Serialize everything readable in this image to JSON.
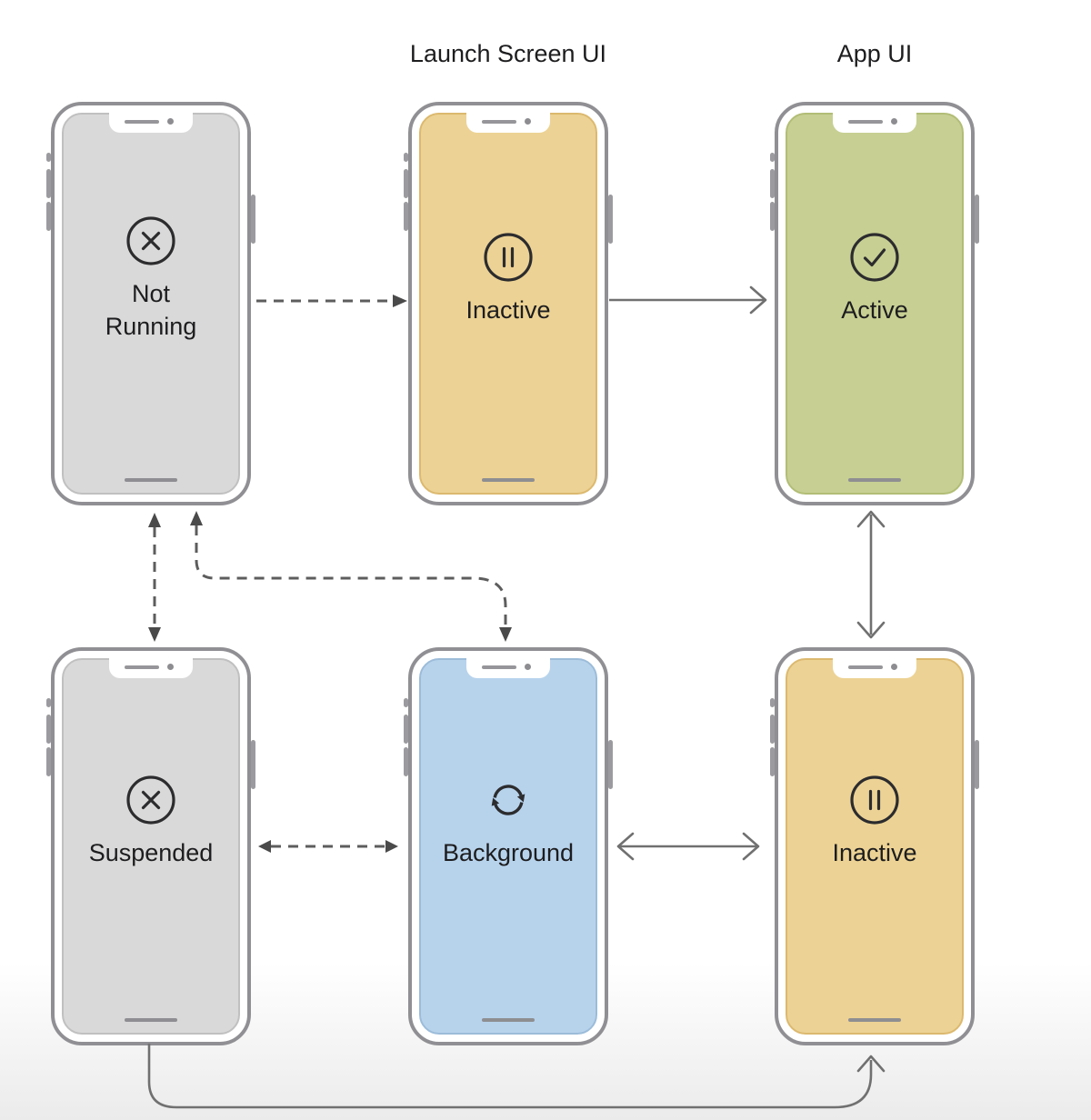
{
  "headers": {
    "launch_screen_ui": "Launch Screen UI",
    "app_ui": "App UI"
  },
  "states": [
    {
      "id": "not-running",
      "label": "Not\nRunning",
      "icon": "x-circle-icon",
      "screen_color": "#d9d9d9"
    },
    {
      "id": "inactive-launch",
      "label": "Inactive",
      "icon": "pause-circle-icon",
      "screen_color": "#ecd294"
    },
    {
      "id": "active",
      "label": "Active",
      "icon": "check-circle-icon",
      "screen_color": "#c7cf93"
    },
    {
      "id": "suspended",
      "label": "Suspended",
      "icon": "x-circle-icon",
      "screen_color": "#d9d9d9"
    },
    {
      "id": "background",
      "label": "Background",
      "icon": "sync-icon",
      "screen_color": "#b7d3ec"
    },
    {
      "id": "inactive-app",
      "label": "Inactive",
      "icon": "pause-circle-icon",
      "screen_color": "#ecd294"
    }
  ],
  "transitions": [
    {
      "from": "not-running",
      "to": "inactive-launch",
      "style": "dashed",
      "heads": "one"
    },
    {
      "from": "inactive-launch",
      "to": "active",
      "style": "solid",
      "heads": "one"
    },
    {
      "from": "not-running",
      "to": "suspended",
      "style": "dashed",
      "heads": "both"
    },
    {
      "from": "not-running",
      "to": "background",
      "style": "dashed",
      "heads": "both"
    },
    {
      "from": "active",
      "to": "inactive-app",
      "style": "solid",
      "heads": "both"
    },
    {
      "from": "suspended",
      "to": "background",
      "style": "dashed",
      "heads": "both"
    },
    {
      "from": "background",
      "to": "inactive-app",
      "style": "solid",
      "heads": "both"
    },
    {
      "from": "suspended",
      "to": "inactive-app",
      "style": "solid",
      "heads": "one"
    }
  ],
  "colors": {
    "screen_gray": "#d9d9d9",
    "screen_yellow": "#ecd294",
    "screen_green": "#c7cf93",
    "screen_blue": "#b7d3ec",
    "phone_border": "#909094",
    "bezel": "#ffffff",
    "arrow_solid": "#707070",
    "arrow_dashed": "#5d5d5d",
    "text": "#1d1d1f",
    "icon_stroke": "#2c2c2e"
  }
}
